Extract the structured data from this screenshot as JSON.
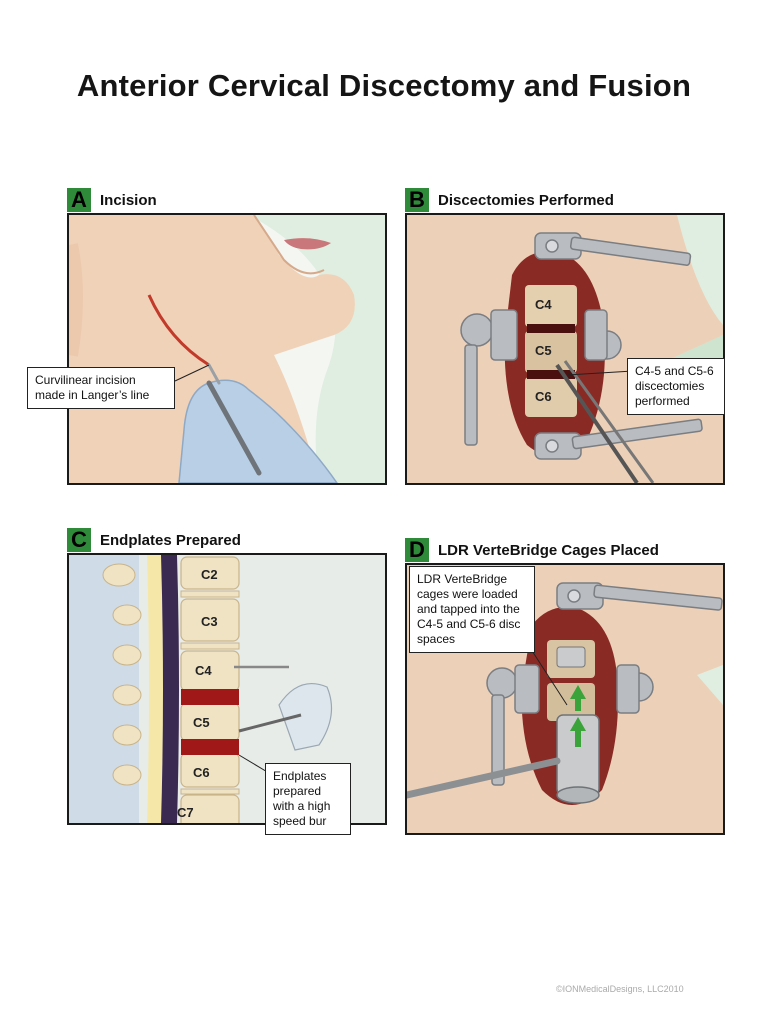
{
  "title": "Anterior Cervical Discectomy and Fusion",
  "panels": [
    {
      "letter": "A",
      "title": "Incision",
      "callout": "Curvilinear incision made in Langer’s line"
    },
    {
      "letter": "B",
      "title": "Discectomies Performed",
      "callout": "C4-5 and C5-6 discectomies performed",
      "labels": [
        "C4",
        "C5",
        "C6"
      ]
    },
    {
      "letter": "C",
      "title": "Endplates Prepared",
      "callout": "Endplates prepared with a high speed bur",
      "labels": [
        "C2",
        "C3",
        "C4",
        "C5",
        "C6",
        "C7"
      ]
    },
    {
      "letter": "D",
      "title": "LDR VerteBridge Cages Placed",
      "callout": "LDR VerteBridge cages were loaded and tapped into the C4-5 and C5-6 disc spaces"
    }
  ],
  "copyright": "©IONMedicalDesigns, LLC2010",
  "colors": {
    "accent": "#2f8a3a",
    "skin": "#f0d2b8",
    "glove": "#b9cfe6",
    "bone": "#f2e8cf",
    "blood": "#9c1d1d",
    "steel": "#b9bcc0"
  }
}
